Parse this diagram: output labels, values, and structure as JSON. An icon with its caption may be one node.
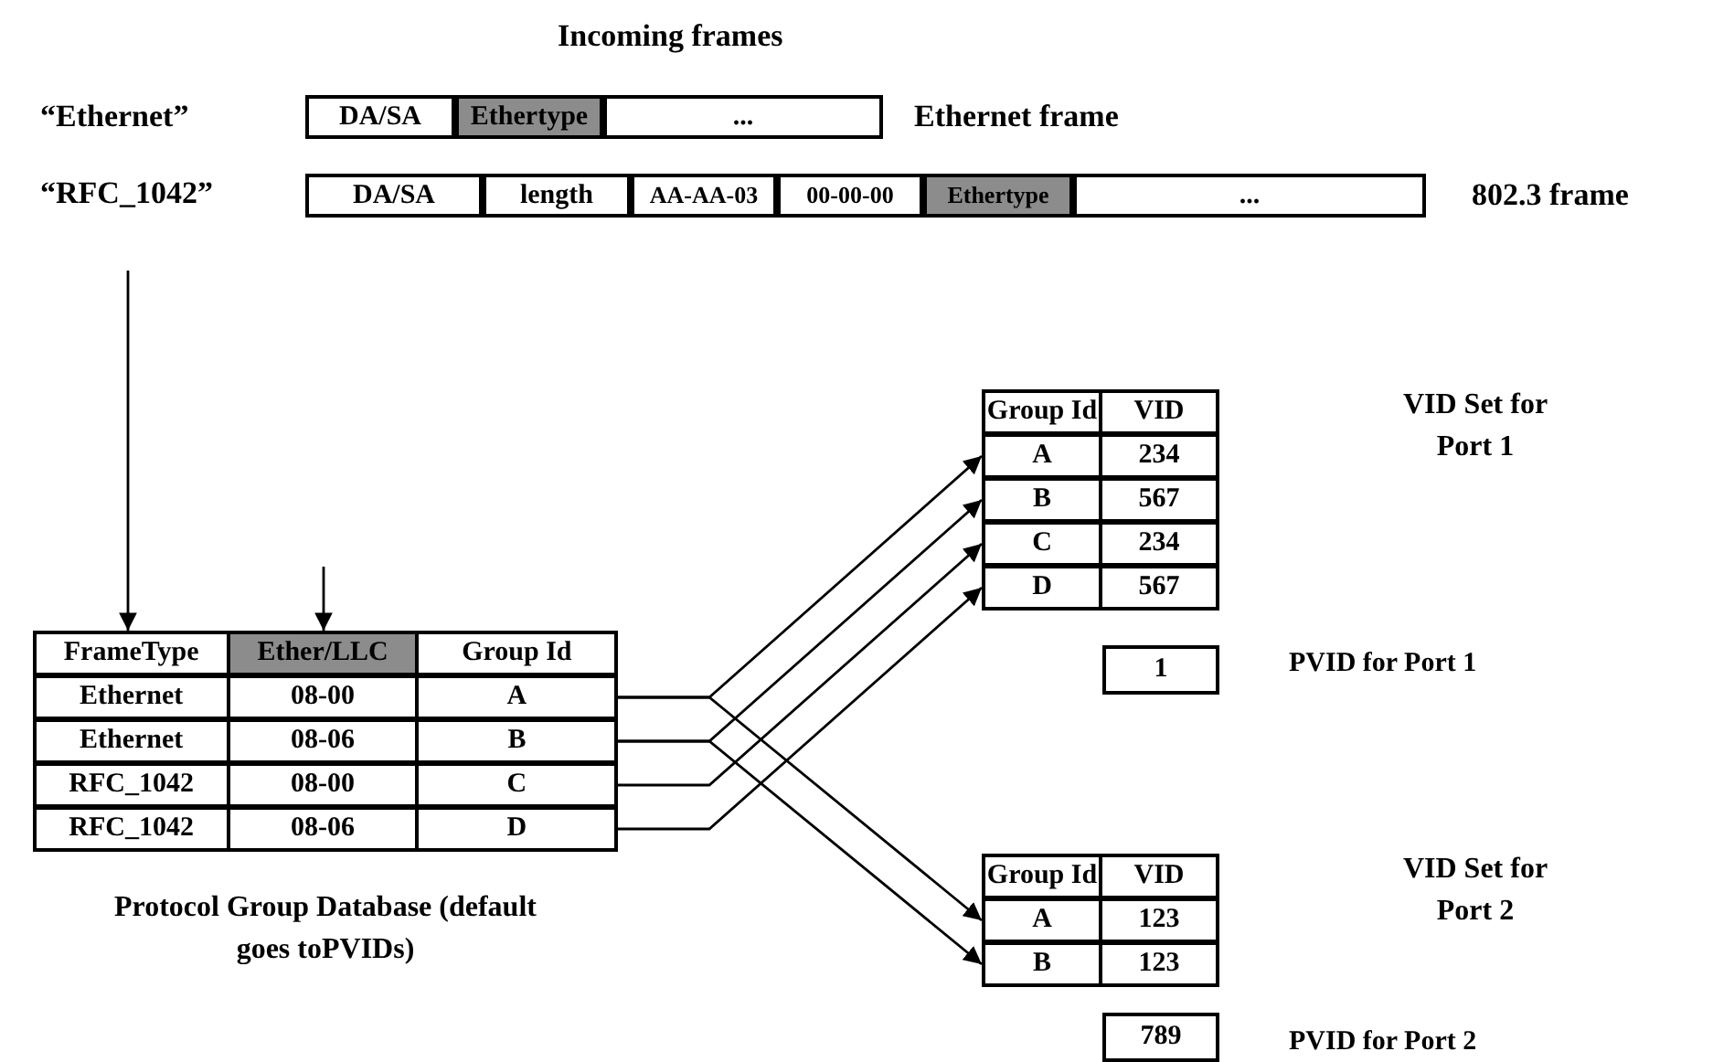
{
  "diagram": {
    "nodes": [
      {
        "text": [
          "DA/SA"
        ]
      },
      {
        "text": [
          "Ethertype"
        ]
      },
      {
        "text": [
          "..."
        ]
      },
      {
        "text": [
          "DA/SA"
        ]
      },
      {
        "text": [
          "length"
        ]
      },
      {
        "text": [
          "AA-AA-03"
        ]
      },
      {
        "text": [
          "00-00-00"
        ]
      },
      {
        "text": [
          "Ethertype"
        ]
      },
      {
        "text": [
          "..."
        ]
      },
      {
        "text": [
          "“RFC_1042”"
        ]
      },
      {
        "text": [
          "Protocol Group Database (default goes toPVIDs)"
        ]
      },
      {
        "text": [
          "FrameType",
          "Ether/LLC",
          "Group Id"
        ],
        "in": 10
      },
      {
        "text": [
          "Ethernet",
          "08-00",
          "A"
        ],
        "in": 10
      },
      {
        "text": [
          "Ethernet",
          "08-06",
          "B"
        ],
        "in": 10
      },
      {
        "text": [
          "RFC_1042",
          "08-00",
          "C"
        ],
        "in": 10
      },
      {
        "text": [
          "RFC_1042",
          "08-06",
          "D"
        ],
        "in": 10
      },
      {
        "text": [
          "VID Set for Port 1"
        ]
      },
      {
        "text": [
          "Group Id",
          "VID"
        ],
        "in": 16
      },
      {
        "text": [
          "A",
          "234"
        ],
        "in": 16
      },
      {
        "text": [
          "B",
          "567"
        ],
        "in": 16
      },
      {
        "text": [
          "C",
          "234"
        ],
        "in": 16
      },
      {
        "text": [
          "D",
          "567"
        ],
        "in": 16
      },
      {
        "text": [
          "1"
        ],
        "beside": [
          "PVID for Port 1"
        ]
      },
      {
        "text": [
          "VID Set for Port 2"
        ]
      },
      {
        "text": [
          "Group Id",
          "VID"
        ],
        "in": 23
      },
      {
        "text": [
          "A",
          "123"
        ],
        "in": 23
      },
      {
        "text": [
          "B",
          "123"
        ],
        "in": 23
      },
      {
        "text": [
          "789"
        ],
        "beside": [
          "PVID for Port 2"
        ]
      }
    ],
    "edges": [
      {
        "from": 9,
        "to": 11,
        "arrow": "to"
      },
      {
        "from": null,
        "to": 11,
        "arrow": "to"
      },
      {
        "from": 12,
        "to": 18,
        "arrow": "to"
      },
      {
        "from": 12,
        "to": 25,
        "arrow": "to"
      },
      {
        "from": 13,
        "to": 19,
        "arrow": "to"
      },
      {
        "from": 13,
        "to": 26,
        "arrow": "to"
      },
      {
        "from": 14,
        "to": 20,
        "arrow": "to"
      },
      {
        "from": 15,
        "to": 21,
        "arrow": "to"
      }
    ],
    "labels": [
      "Incoming frames",
      "“Ethernet”",
      "Ethernet  frame",
      "802.3 frame"
    ]
  }
}
